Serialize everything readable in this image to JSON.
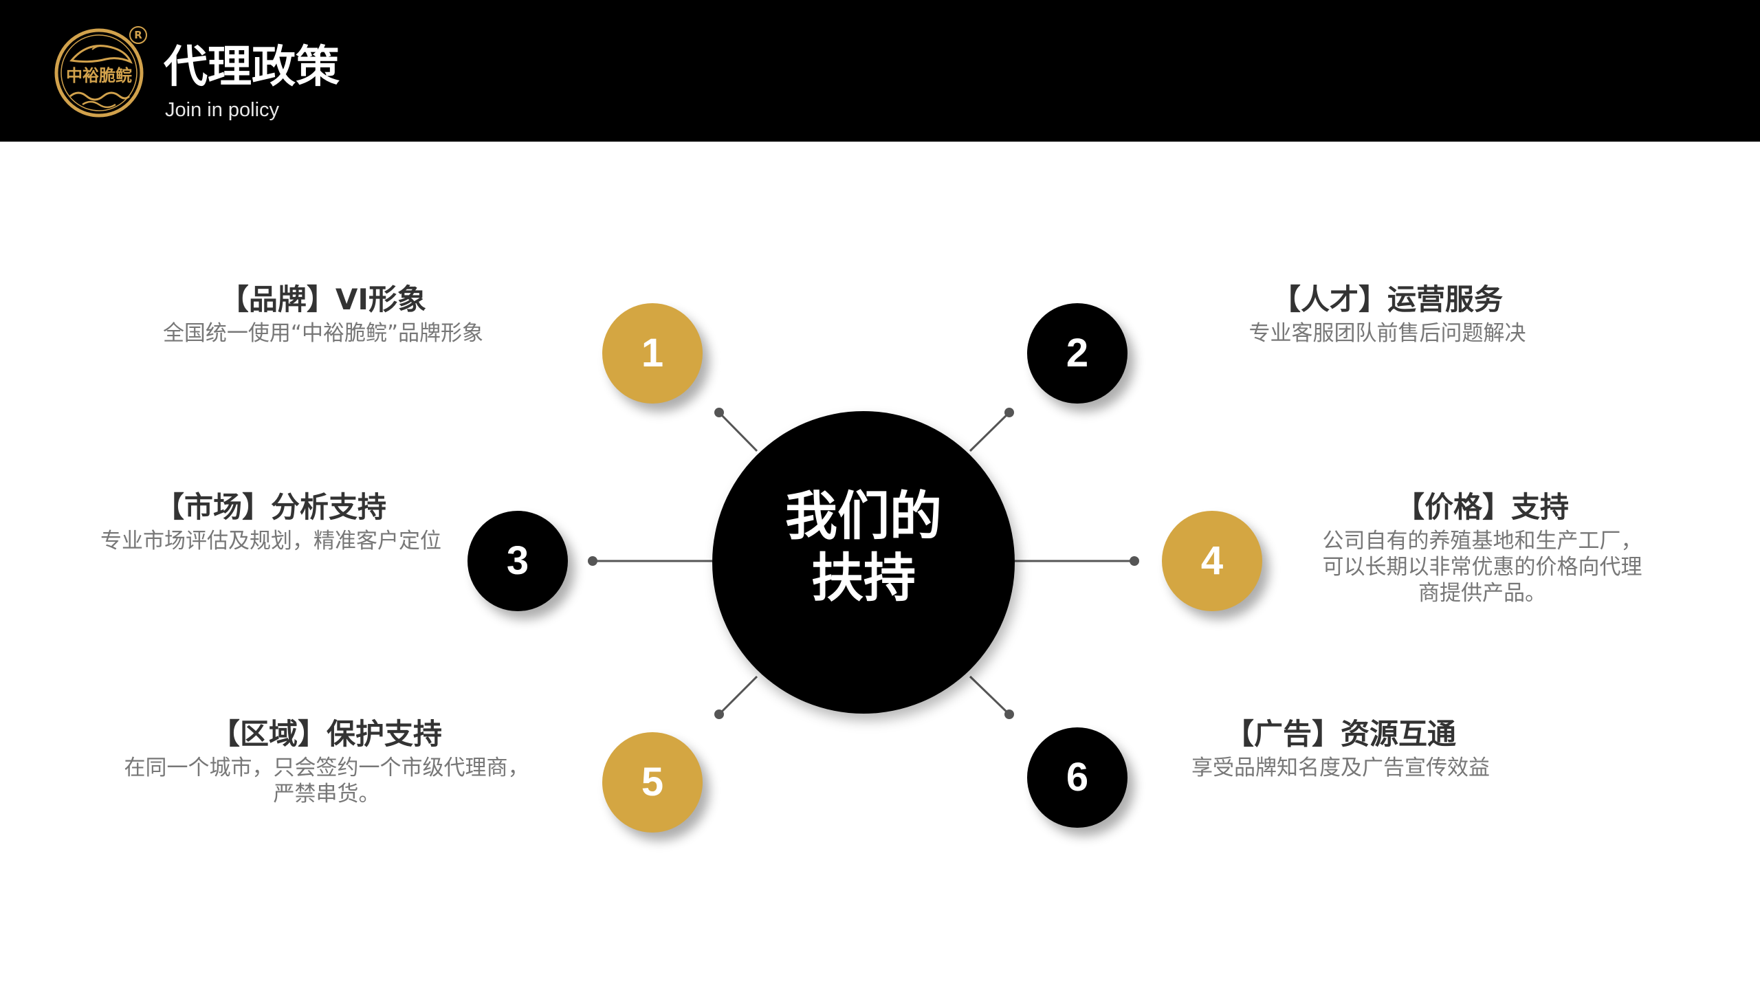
{
  "header": {
    "title": "代理政策",
    "subtitle": "Join in policy",
    "logo": {
      "text": "中裕脆鲩",
      "registered_mark": "R",
      "color": "#d2a24c"
    }
  },
  "colors": {
    "gold": "#d4a642",
    "black": "#000000",
    "connector": "#555555"
  },
  "center": {
    "line1": "我们的",
    "line2": "扶持"
  },
  "nodes": [
    {
      "number": "1",
      "color": "gold",
      "heading": "【品牌】VI形象",
      "desc": "全国统一使用“中裕脆鲩”品牌形象"
    },
    {
      "number": "2",
      "color": "black",
      "heading": "【人才】运营服务",
      "desc": "专业客服团队前售后问题解决"
    },
    {
      "number": "3",
      "color": "black",
      "heading": "【市场】分析支持",
      "desc": "专业市场评估及规划，精准客户定位"
    },
    {
      "number": "4",
      "color": "gold",
      "heading": "【价格】支持",
      "desc": "公司自有的养殖基地和生产工厂，可以长期以非常优惠的价格向代理商提供产品。"
    },
    {
      "number": "5",
      "color": "gold",
      "heading": "【区域】保护支持",
      "desc": "在同一个城市，只会签约一个市级代理商，严禁串货。"
    },
    {
      "number": "6",
      "color": "black",
      "heading": "【广告】资源互通",
      "desc": "享受品牌知名度及广告宣传效益"
    }
  ]
}
